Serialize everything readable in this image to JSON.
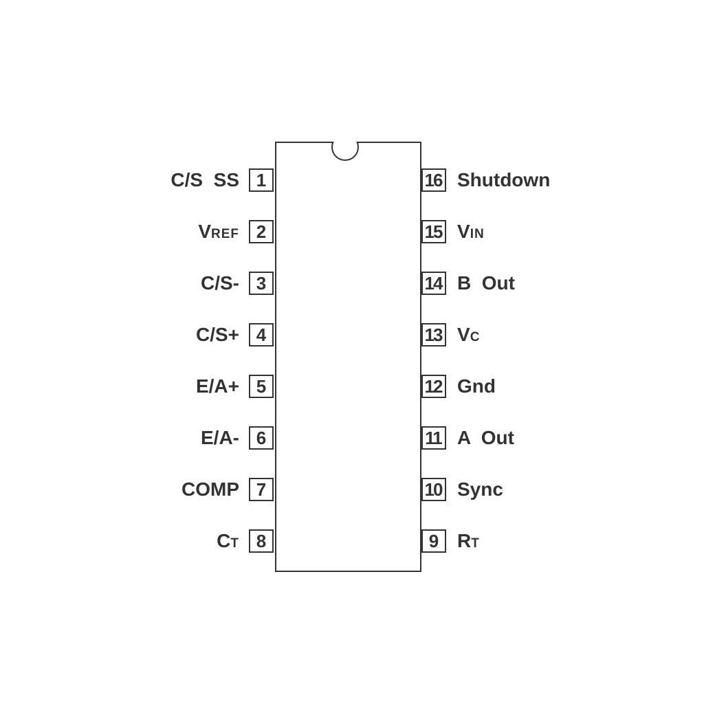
{
  "left_pins": [
    {
      "number": "1",
      "label": "C/S  SS",
      "sub": ""
    },
    {
      "number": "2",
      "label": "V",
      "sub": "REF"
    },
    {
      "number": "3",
      "label": "C/S-",
      "sub": ""
    },
    {
      "number": "4",
      "label": "C/S+",
      "sub": ""
    },
    {
      "number": "5",
      "label": "E/A+",
      "sub": ""
    },
    {
      "number": "6",
      "label": "E/A-",
      "sub": ""
    },
    {
      "number": "7",
      "label": "COMP",
      "sub": ""
    },
    {
      "number": "8",
      "label": "C",
      "sub": "T"
    }
  ],
  "right_pins": [
    {
      "number": "16",
      "label": "Shutdown",
      "sub": ""
    },
    {
      "number": "15",
      "label": "V",
      "sub": "IN"
    },
    {
      "number": "14",
      "label": "B  Out",
      "sub": ""
    },
    {
      "number": "13",
      "label": "V",
      "sub": "C"
    },
    {
      "number": "12",
      "label": "Gnd",
      "sub": ""
    },
    {
      "number": "11",
      "label": "A  Out",
      "sub": ""
    },
    {
      "number": "10",
      "label": "Sync",
      "sub": ""
    },
    {
      "number": "9",
      "label": "R",
      "sub": "T"
    }
  ]
}
